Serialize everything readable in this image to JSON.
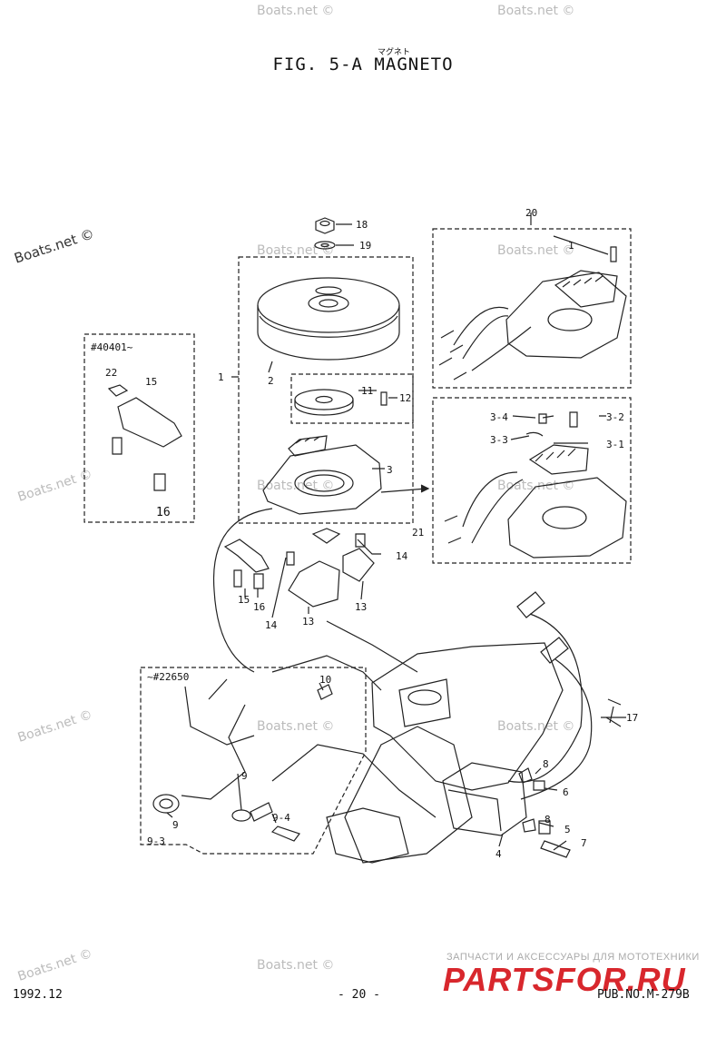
{
  "title": {
    "kana": "マグネト",
    "text": "FIG.  5-A MAGNETO"
  },
  "watermarks": {
    "main": "Boats.net ©",
    "faint": "Boats.net ©"
  },
  "brand": {
    "subtitle": "ЗАПЧАСТИ И АКСЕССУАРЫ ДЛЯ МОТОТЕХНИКИ",
    "name": "PARTSFOR.RU"
  },
  "footer": {
    "date": "1992.12",
    "page": "- 20 -",
    "pub": "PUB.NO.M-279B"
  },
  "groups": {
    "left_serial": "#40401~",
    "bottom_serial": "~#22650"
  },
  "callouts": {
    "c1": "1",
    "c2": "2",
    "c3": "3",
    "c4": "4",
    "c5": "5",
    "c6": "6",
    "c7": "7",
    "c8a": "8",
    "c8b": "8",
    "c9": "9",
    "c9b": "9",
    "c93": "9-3",
    "c94": "9-4",
    "c10": "10",
    "c11": "11",
    "c12": "12",
    "c13a": "13",
    "c13b": "13",
    "c14a": "14",
    "c14b": "14",
    "c15a": "15",
    "c15b": "15",
    "c16a": "16",
    "c16b": "16",
    "c17": "17",
    "c18": "18",
    "c19": "19",
    "c20": "20",
    "c201": "1",
    "c21": "21",
    "c22": "22",
    "c31": "3-1",
    "c32": "3-2",
    "c33": "3-3",
    "c34": "3-4"
  }
}
